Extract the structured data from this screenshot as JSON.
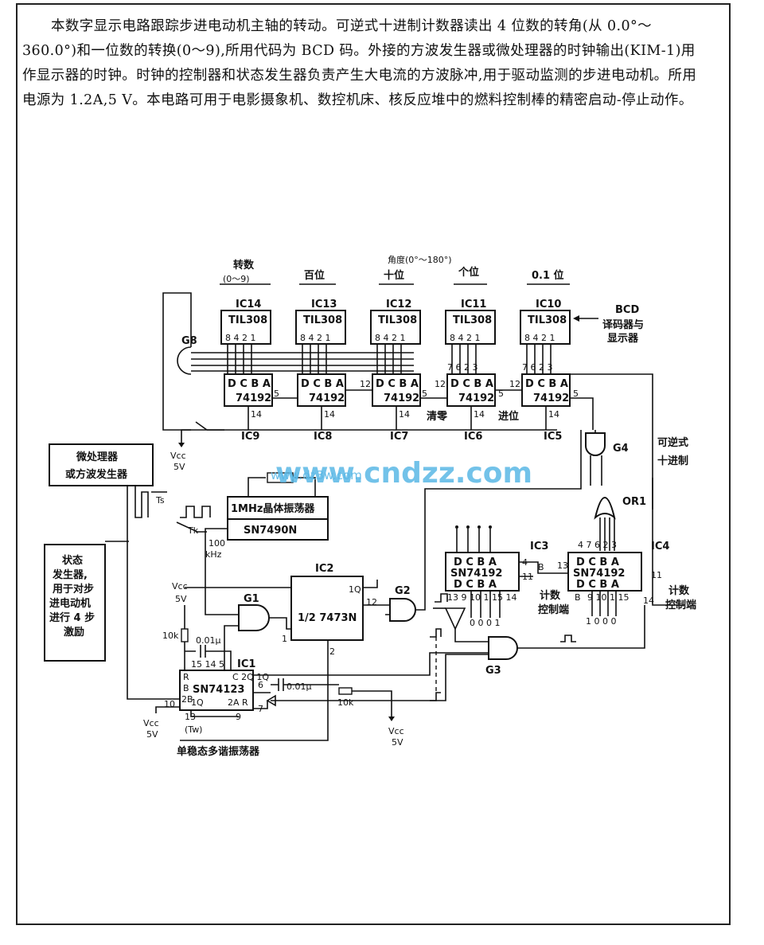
{
  "intro_text": "本数字显示电路跟踪步进电动机主轴的转动。可逆式十进制计数器读出 4 位数的转角(从 0.0°～ 360.0°)和一位数的转换(0～9),所用代码为 BCD 码。外接的方波发生器或微处理器的时钟输出(KIM-1)用作显示器的时钟。时钟的控制器和状态发生器负责产生大电流的方波脉冲,用于驱动监测的步进电动机。所用电源为 1.2A,5 V。本电路可用于电影摄象机、数控机床、核反应堆中的燃料控制棒的精密启动-停止动作。",
  "header": {
    "turns": "转数",
    "turns_range": "(0～9)",
    "hundreds": "百位",
    "angle": "角度(0°～180°)",
    "tens": "十位",
    "units": "个位",
    "tenths": "0.1 位",
    "bcd": "BCD",
    "decoder": "译码器与",
    "display": "显示器"
  },
  "displays": [
    {
      "ic": "IC14",
      "type": "TIL308",
      "pins": "8 4 2 1"
    },
    {
      "ic": "IC13",
      "type": "TIL308",
      "pins": "8 4 2 1"
    },
    {
      "ic": "IC12",
      "type": "TIL308",
      "pins": "8 4 2 1"
    },
    {
      "ic": "IC11",
      "type": "TIL308",
      "pins": "8 4 2 1"
    },
    {
      "ic": "IC10",
      "type": "TIL308",
      "pins": "8 4 2 1"
    }
  ],
  "counters": [
    {
      "ic": "IC9",
      "type": "74192",
      "inputs": "D C B A"
    },
    {
      "ic": "IC8",
      "type": "74192",
      "inputs": "D C B A"
    },
    {
      "ic": "IC7",
      "type": "74192",
      "inputs": "D C B A"
    },
    {
      "ic": "IC6",
      "type": "74192",
      "inputs": "D C B A"
    },
    {
      "ic": "IC5",
      "type": "74192",
      "inputs": "D C B A"
    }
  ],
  "labels": {
    "gate_g8": "G8",
    "clear": "清零",
    "carry": "进位",
    "vcc": "Vcc",
    "v5": "5V",
    "micro1": "微处理器",
    "micro2": "或方波发生器",
    "state1": "状态",
    "state2": "发生器,",
    "state3": "用于对步",
    "state4": "进电动机",
    "state5": "进行 4 步",
    "state6": "激励",
    "osc": "1MHz晶体振荡器",
    "osc_chip": "SN7490N",
    "khz": "100",
    "khz2": "kHz",
    "ts": "Ts",
    "tk": "Tk",
    "g1": "G1",
    "g2": "G2",
    "g3": "G3",
    "g4": "G4",
    "or1": "OR1",
    "ic2": "IC2",
    "ff": "1/2  7473N",
    "ic3": "IC3",
    "ic4": "IC4",
    "ic3_chip": "SN74192",
    "ic4_chip": "SN74192",
    "count_ctrl": "计数",
    "count_ctrl2": "控制端",
    "reversible": "可逆式",
    "decimal": "十进制",
    "ic1": "IC1",
    "ic1_chip": "SN74123",
    "res10k": "10k",
    "cap": "0.01μ",
    "cap2": "0.01μ",
    "res10k2": "10k",
    "tw": "(Tw)",
    "mono": "单稳态多谐振荡器",
    "bits_ic3": "0 0 0 1",
    "bits_ic4": "1 0 0 0",
    "watermark": "www.cndzz.com",
    "watermark2": "www.dz3w.com"
  }
}
